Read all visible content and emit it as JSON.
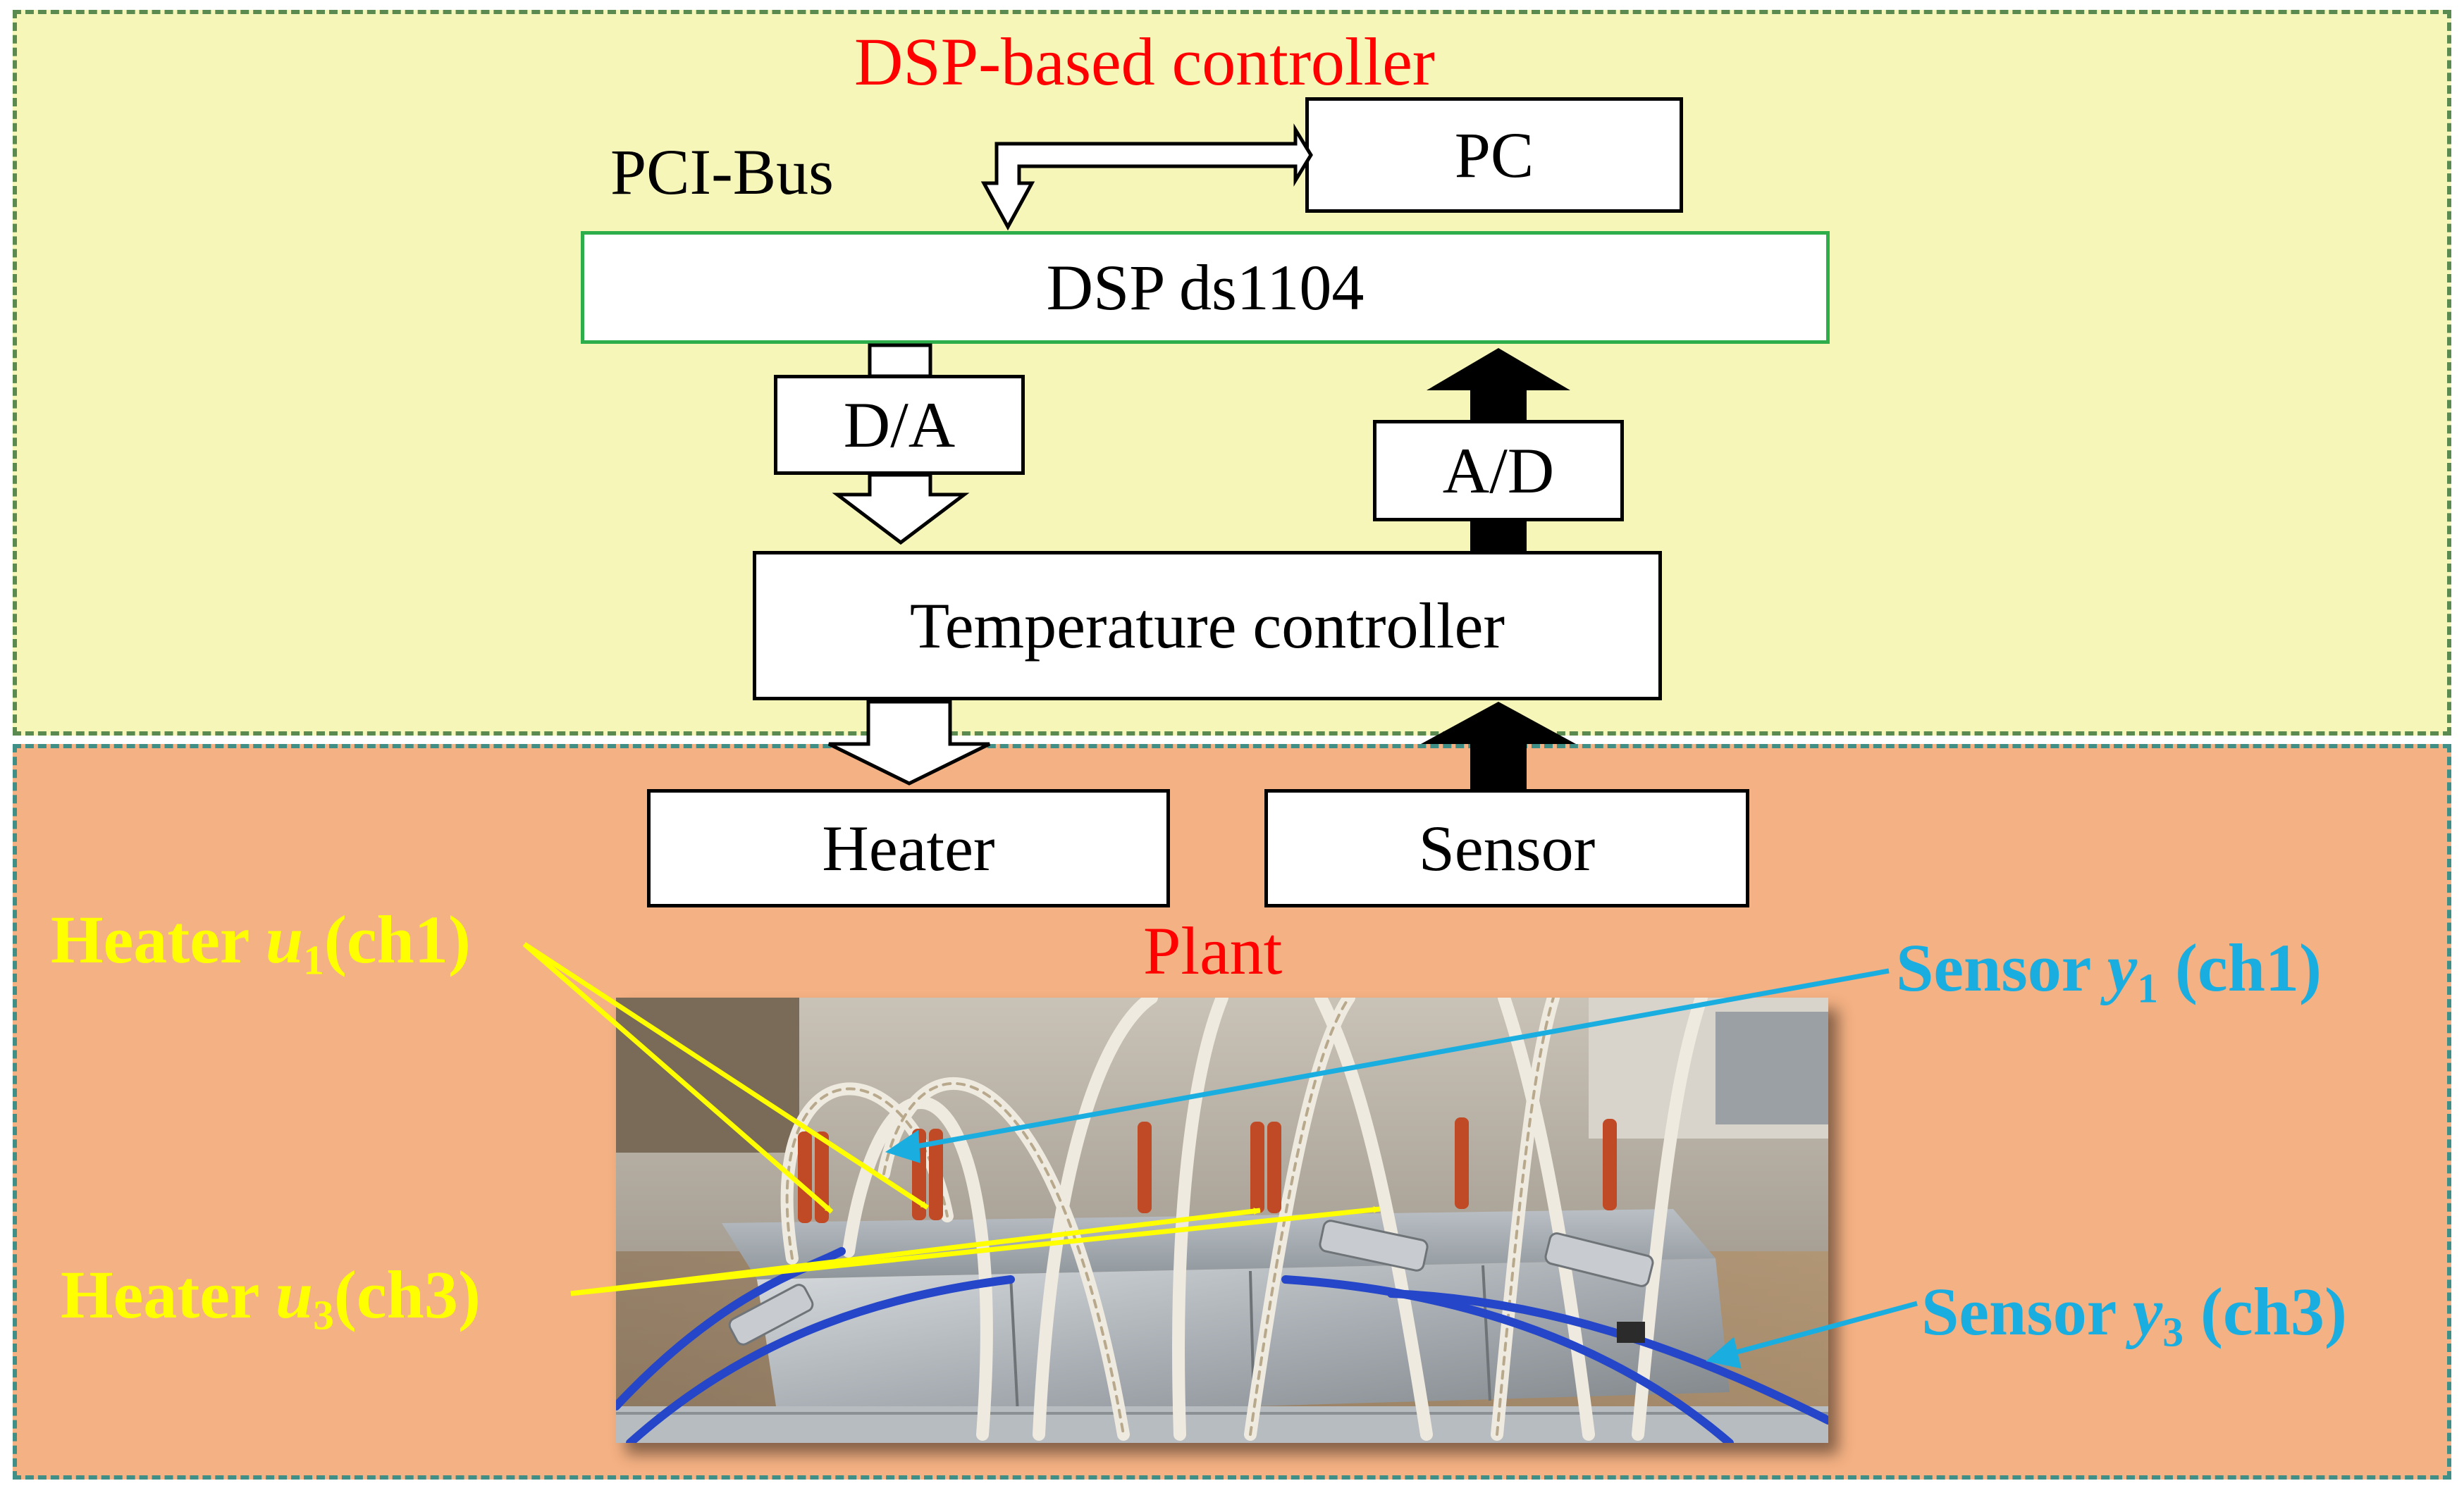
{
  "controller": {
    "title": "DSP-based controller",
    "bus_label": "PCI-Bus",
    "pc_label": "PC",
    "dsp_label": "DSP ds1104",
    "da_label": "D/A",
    "ad_label": "A/D",
    "temp_controller_label": "Temperature controller"
  },
  "plant": {
    "title": "Plant",
    "heater_label": "Heater",
    "sensor_label": "Sensor",
    "callouts": {
      "heater1": {
        "text": "Heater ",
        "var": "u",
        "sub": "1",
        "ch": "(ch1)"
      },
      "heater3": {
        "text": "Heater ",
        "var": "u",
        "sub": "3",
        "ch": "(ch3)"
      },
      "sensor1": {
        "text": "Sensor ",
        "var": "y",
        "sub": "1",
        "ch": " (ch1)"
      },
      "sensor3": {
        "text": "Sensor ",
        "var": "y",
        "sub": "3",
        "ch": " (ch3)"
      }
    }
  },
  "colors": {
    "controller_bg": "#f7f6b9",
    "plant_bg": "#f4b183",
    "title_red": "#ff0000",
    "heater_yellow": "#ffff00",
    "sensor_cyan": "#1aaee0",
    "dsp_border_green": "#2eae4b"
  }
}
